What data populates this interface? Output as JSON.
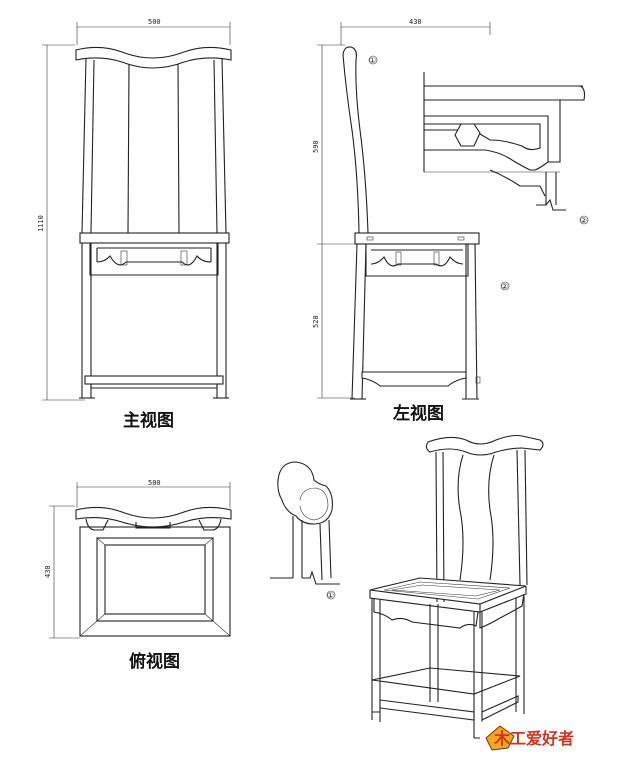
{
  "front_view": {
    "caption": "主视图",
    "width_dim": "500",
    "height_dim": "1110"
  },
  "side_view": {
    "caption": "左视图",
    "width_dim": "430",
    "upper_dim": "590",
    "lower_dim": "520"
  },
  "top_view": {
    "caption": "俯视图",
    "width_dim": "500",
    "depth_dim": "430"
  },
  "callouts": {
    "c1": "①",
    "c2": "②",
    "c3": "②",
    "c4": "①"
  },
  "logo": {
    "text": "木工爱好者"
  }
}
